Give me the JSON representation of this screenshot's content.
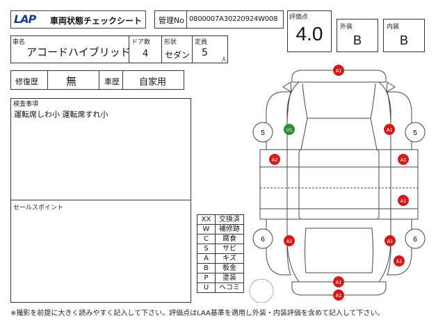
{
  "header": {
    "logo_text": "LAP",
    "title": "車両状態チェックシート",
    "management_no_label": "管理No",
    "management_no": "0800007A30220924W008"
  },
  "rating": {
    "overall_label": "評価点",
    "overall_value": "4.0",
    "exterior_label": "外装",
    "exterior_value": "B",
    "interior_label": "内装",
    "interior_value": "B"
  },
  "car": {
    "name_label": "車名",
    "name": "アコードハイブリッド",
    "doors_label": "ドア数",
    "doors": "4",
    "shape_label": "形状",
    "shape": "セダン",
    "capacity_label": "定員",
    "capacity": "5",
    "capacity_unit": "人"
  },
  "history": {
    "repair_label": "修復歴",
    "repair_value": "無",
    "car_history_label": "車歴",
    "car_history_value": "自家用"
  },
  "inspection": {
    "label": "検査事項",
    "text": "運転席しわ小  運転席すれ小"
  },
  "selling_points": {
    "label": "セールスポイント",
    "text": ""
  },
  "legend": [
    {
      "code": "XX",
      "meaning": "交換済"
    },
    {
      "code": "W",
      "meaning": "補修跡"
    },
    {
      "code": "C",
      "meaning": "腐食"
    },
    {
      "code": "S",
      "meaning": "サビ"
    },
    {
      "code": "A",
      "meaning": "キズ"
    },
    {
      "code": "B",
      "meaning": "板金"
    },
    {
      "code": "P",
      "meaning": "塗装"
    },
    {
      "code": "U",
      "meaning": "ヘコミ"
    }
  ],
  "footnote": "※撮影を前提に大きく読みやすく記入して下さい。評価点はLAA基準を適用し外装・内装評価を含めて記入して下さい。",
  "diagram": {
    "marker_red_color": "#d01c1c",
    "marker_green_color": "#2e8b2e",
    "markers": [
      "A1",
      "U1",
      "A1",
      "A2",
      "A1",
      "A1",
      "A1",
      "A1",
      "A1",
      "A1",
      "A1"
    ],
    "tires": [
      "5",
      "5",
      "6",
      "6"
    ]
  }
}
